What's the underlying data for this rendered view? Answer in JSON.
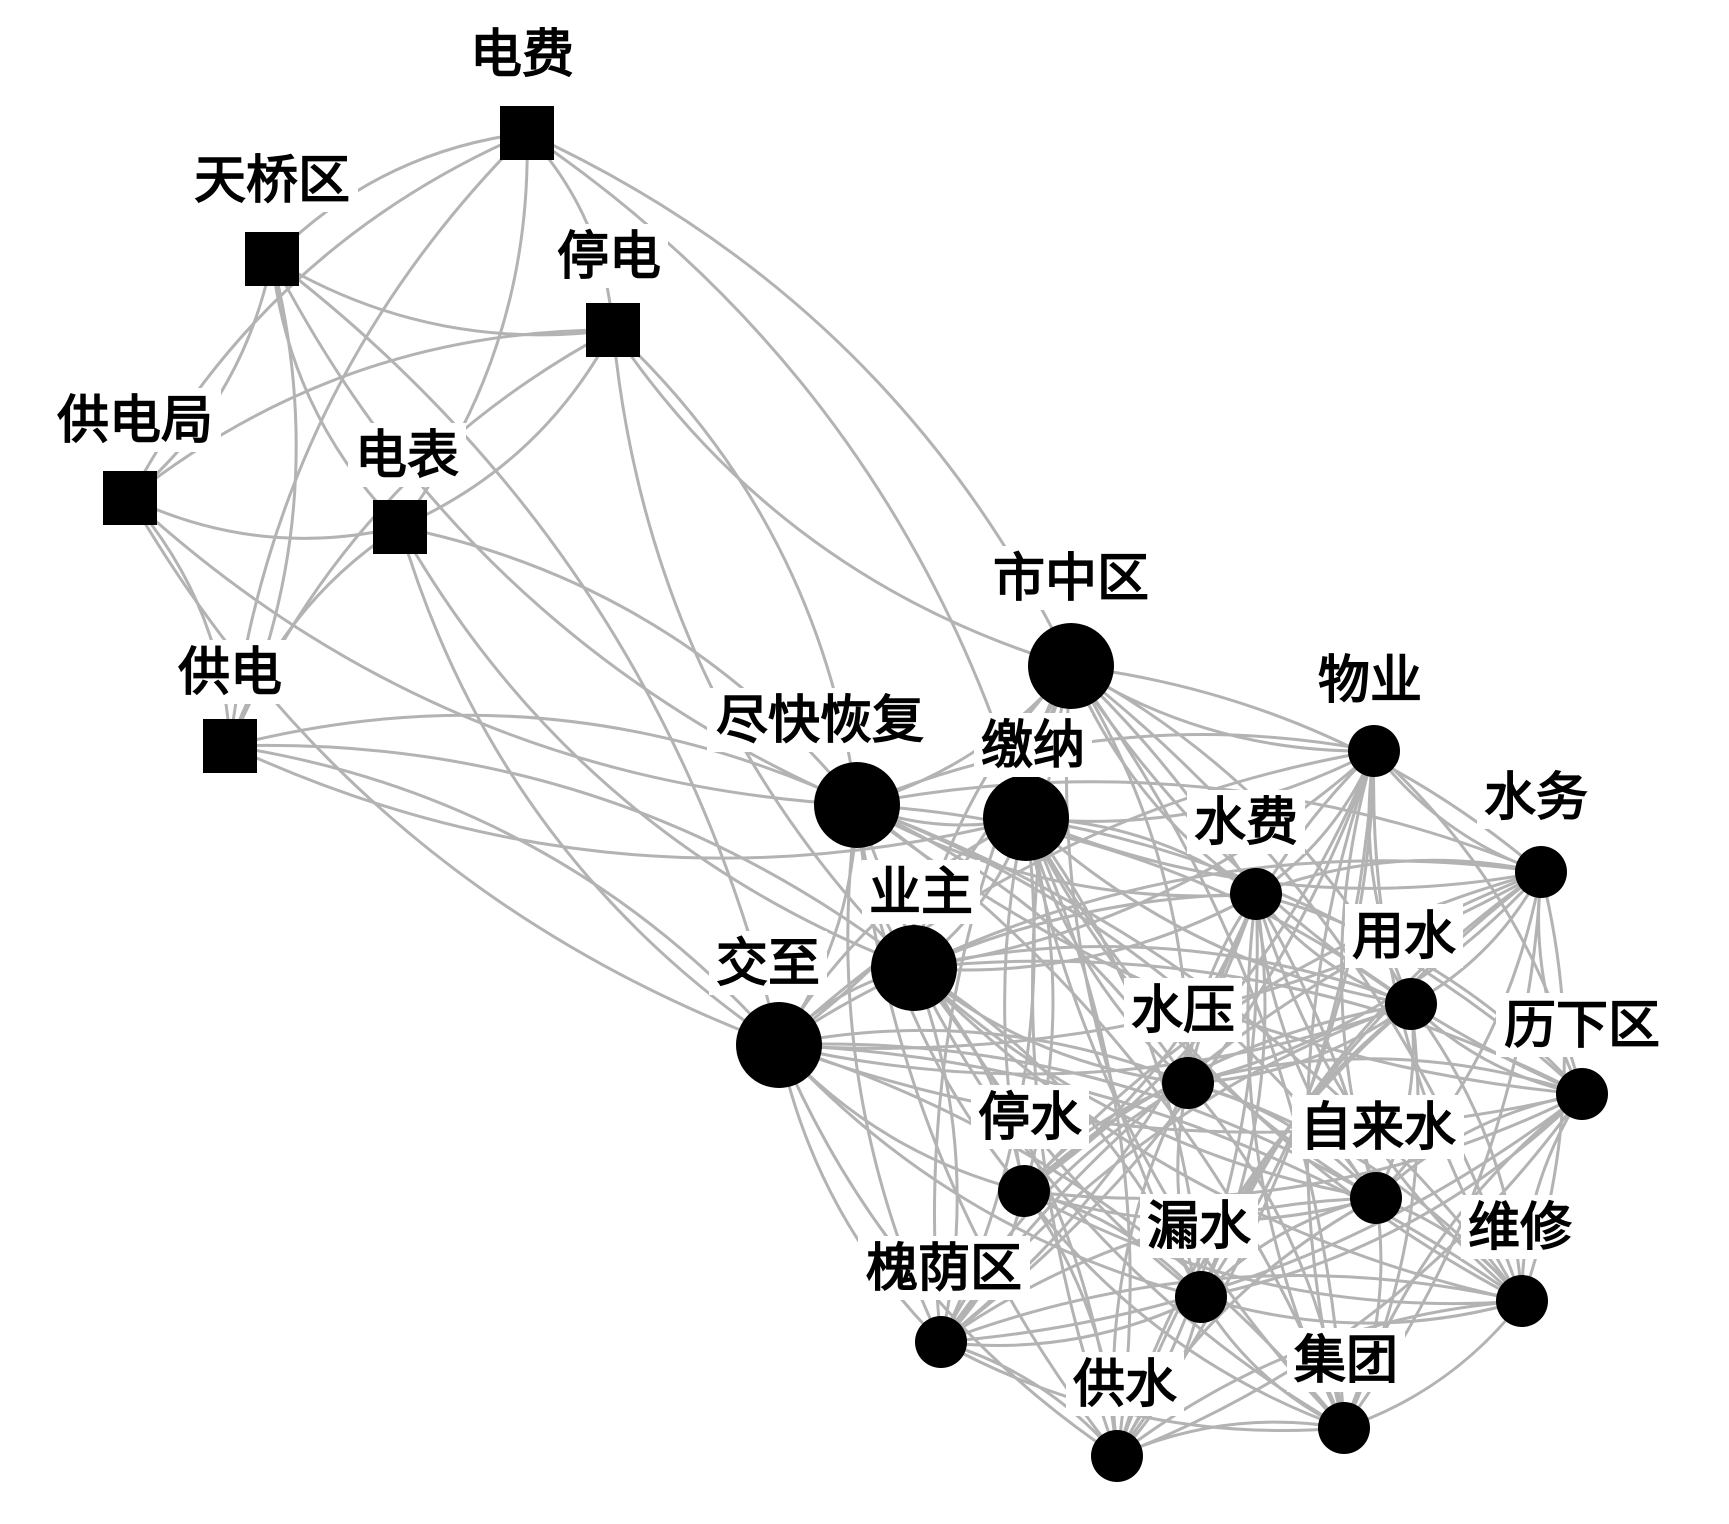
{
  "diagram": {
    "type": "network",
    "colors": {
      "edge": "#b3b3b3",
      "node": "#000000",
      "label_background": "#ffffff"
    },
    "groups": [
      {
        "id": "power",
        "shape": "square",
        "nodes": [
          "电费",
          "天桥区",
          "停电",
          "供电局",
          "电表",
          "供电"
        ]
      },
      {
        "id": "water",
        "shape": "circle",
        "nodes": [
          "市中区",
          "物业",
          "尽快恢复",
          "缴纳",
          "水务",
          "水费",
          "用水",
          "业主",
          "交至",
          "历下区",
          "水压",
          "停水",
          "自来水",
          "漏水",
          "维修",
          "槐荫区",
          "集团",
          "供水"
        ]
      }
    ],
    "nodes": [
      {
        "id": "dianfei",
        "label": "电费",
        "shape": "square"
      },
      {
        "id": "tianqiao",
        "label": "天桥区",
        "shape": "square"
      },
      {
        "id": "tingdian",
        "label": "停电",
        "shape": "square"
      },
      {
        "id": "gdj",
        "label": "供电局",
        "shape": "square"
      },
      {
        "id": "dianbiao",
        "label": "电表",
        "shape": "square"
      },
      {
        "id": "gongdian",
        "label": "供电",
        "shape": "square"
      },
      {
        "id": "shizhong",
        "label": "市中区",
        "shape": "circle",
        "size": "large"
      },
      {
        "id": "wuye",
        "label": "物业",
        "shape": "circle",
        "size": "small"
      },
      {
        "id": "jkhf",
        "label": "尽快恢复",
        "shape": "circle",
        "size": "large"
      },
      {
        "id": "jiaona",
        "label": "缴纳",
        "shape": "circle",
        "size": "large"
      },
      {
        "id": "shuiwu",
        "label": "水务",
        "shape": "circle",
        "size": "small"
      },
      {
        "id": "shuifei",
        "label": "水费",
        "shape": "circle",
        "size": "small"
      },
      {
        "id": "yongshui",
        "label": "用水",
        "shape": "circle",
        "size": "small"
      },
      {
        "id": "yezhu",
        "label": "业主",
        "shape": "circle",
        "size": "large"
      },
      {
        "id": "jiaozhi",
        "label": "交至",
        "shape": "circle",
        "size": "large"
      },
      {
        "id": "lixia",
        "label": "历下区",
        "shape": "circle",
        "size": "small"
      },
      {
        "id": "shuiya",
        "label": "水压",
        "shape": "circle",
        "size": "small"
      },
      {
        "id": "tingshui",
        "label": "停水",
        "shape": "circle",
        "size": "small"
      },
      {
        "id": "zilaishui",
        "label": "自来水",
        "shape": "circle",
        "size": "small"
      },
      {
        "id": "loushui",
        "label": "漏水",
        "shape": "circle",
        "size": "small"
      },
      {
        "id": "weixiu",
        "label": "维修",
        "shape": "circle",
        "size": "small"
      },
      {
        "id": "huaiyin",
        "label": "槐荫区",
        "shape": "circle",
        "size": "small"
      },
      {
        "id": "jituan",
        "label": "集团",
        "shape": "circle",
        "size": "small"
      },
      {
        "id": "gongshui",
        "label": "供水",
        "shape": "circle",
        "size": "small"
      }
    ]
  }
}
